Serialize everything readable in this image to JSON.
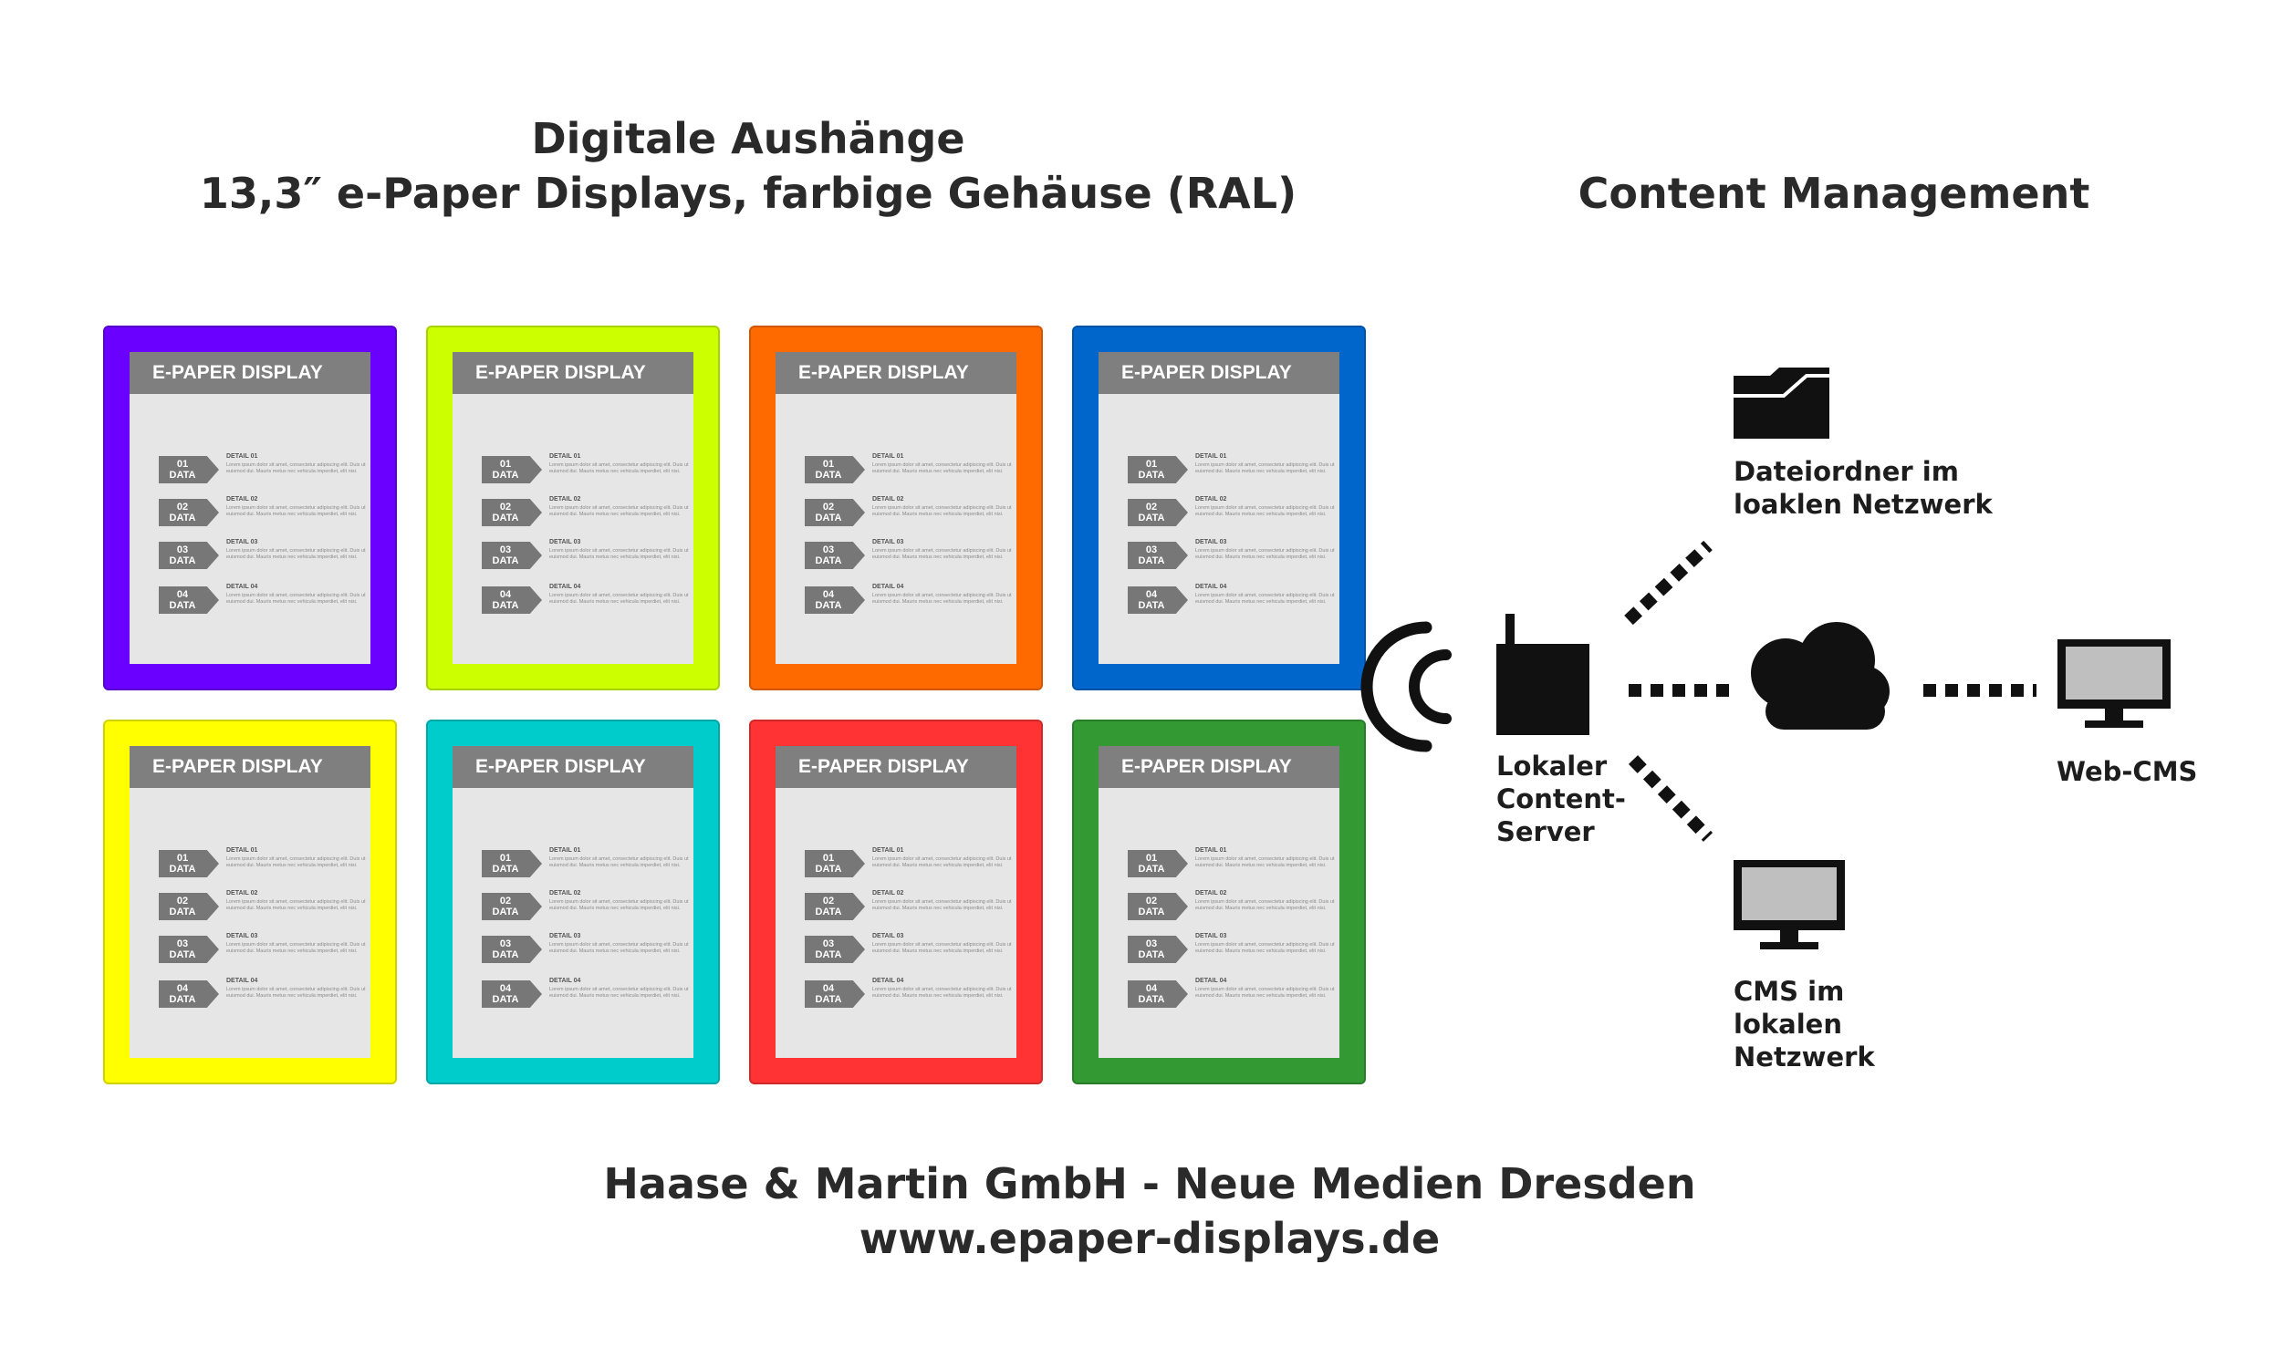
{
  "header": {
    "title_line1": "Digitale Aushänge",
    "title_line2": "13,3″ e-Paper Displays, farbige Gehäuse (RAL)",
    "cm_title": "Content Management"
  },
  "display_template": {
    "header": "E-PAPER DISPLAY",
    "rows": [
      {
        "num": "01",
        "label": "DATA",
        "detail": "DETAIL 01",
        "text": "Lorem ipsum dolor sit amet, consectetur adipiscing elit. Duis ut euismod dui. Mauris metus nec vehicula imperdiet, elit nisi."
      },
      {
        "num": "02",
        "label": "DATA",
        "detail": "DETAIL 02",
        "text": "Lorem ipsum dolor sit amet, consectetur adipiscing elit. Duis ut euismod dui. Mauris metus nec vehicula imperdiet, elit nisi."
      },
      {
        "num": "03",
        "label": "DATA",
        "detail": "DETAIL 03",
        "text": "Lorem ipsum dolor sit amet, consectetur adipiscing elit. Duis ut euismod dui. Mauris metus nec vehicula imperdiet, elit nisi."
      },
      {
        "num": "04",
        "label": "DATA",
        "detail": "DETAIL 04",
        "text": "Lorem ipsum dolor sit amet, consectetur adipiscing elit. Duis ut euismod dui. Mauris metus nec vehicula imperdiet, elit nisi."
      }
    ]
  },
  "displays": [
    {
      "color": "#6a00ff"
    },
    {
      "color": "#ccff00"
    },
    {
      "color": "#ff6a00"
    },
    {
      "color": "#0066cc"
    },
    {
      "color": "#ffff00"
    },
    {
      "color": "#00cccc"
    },
    {
      "color": "#ff3333"
    },
    {
      "color": "#339933"
    }
  ],
  "network": {
    "server_label_lines": [
      "Lokaler",
      "Content-",
      "Server"
    ],
    "folder_label_lines": [
      "Dateiordner im",
      "loaklen Netzwerk"
    ],
    "webcms_label": "Web-CMS",
    "localcms_label_lines": [
      "CMS im",
      "lokalen",
      "Netzwerk"
    ],
    "icons": [
      "wifi-signal-icon",
      "server-icon",
      "folder-icon",
      "cloud-icon",
      "monitor-icon",
      "monitor-icon"
    ]
  },
  "footer": {
    "line1": "Haase & Martin GmbH - Neue Medien Dresden",
    "line2": "www.epaper-displays.de"
  }
}
